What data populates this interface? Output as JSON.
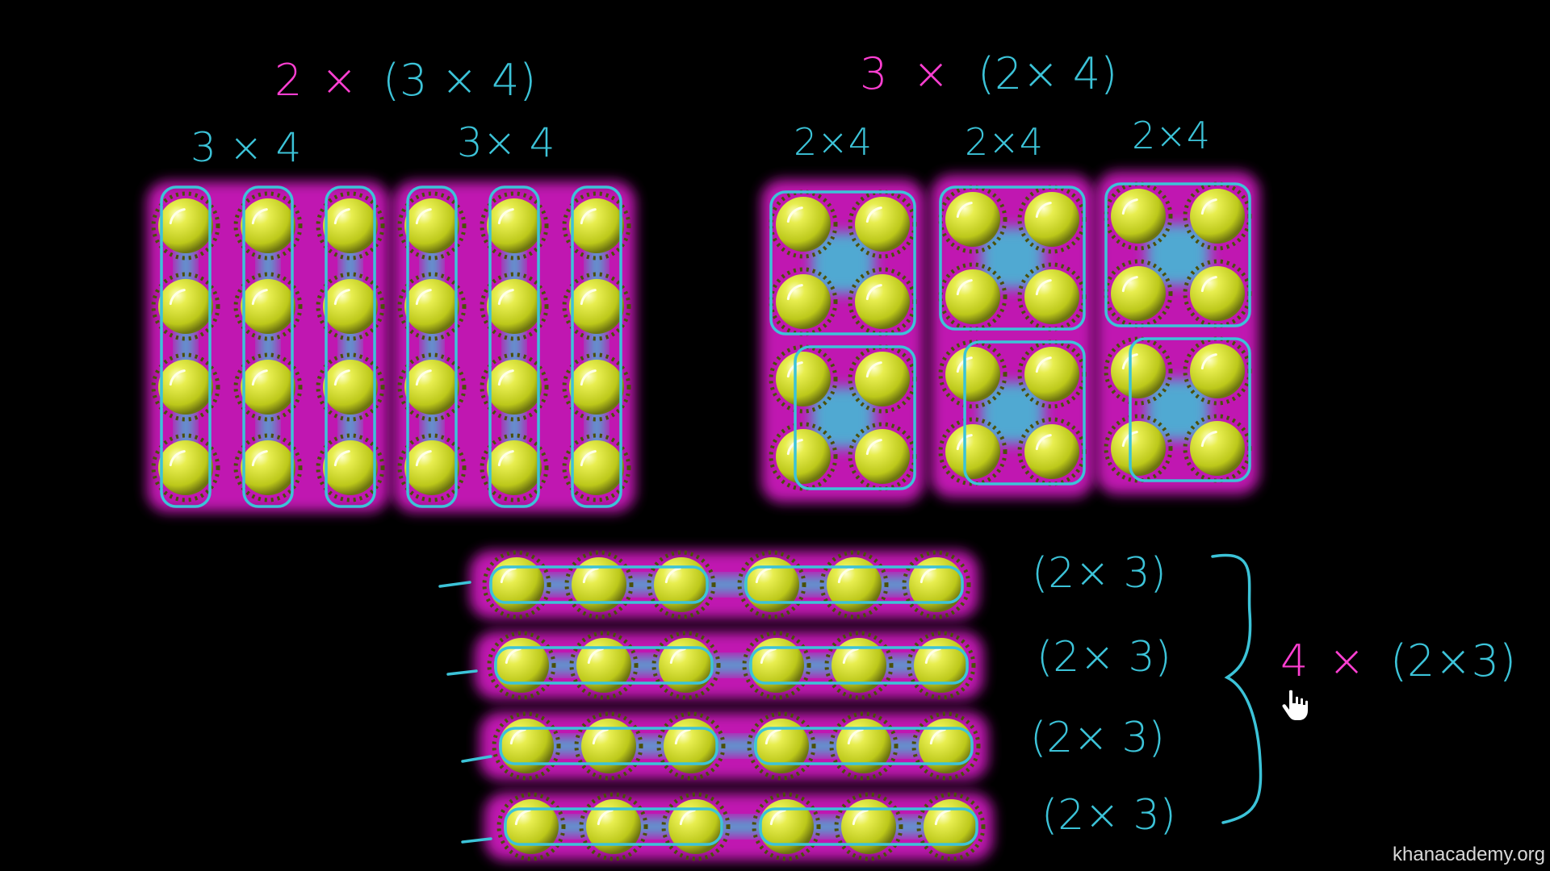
{
  "canvas": {
    "background": "#000000",
    "colors": {
      "pink": "#ff3fd2",
      "blue": "#3cc3d8",
      "yellow": "#d8e23a",
      "pinkGlow": "#e21fd0"
    }
  },
  "top_left": {
    "expression": {
      "a": "2",
      "x": "×",
      "rest": "(3 × 4)"
    },
    "groups": [
      {
        "label": "3 × 4",
        "rows": 4,
        "cols": 3
      },
      {
        "label": "3× 4",
        "rows": 4,
        "cols": 3
      }
    ]
  },
  "top_right": {
    "expression": {
      "a": "3",
      "x": "×",
      "rest": "(2× 4)"
    },
    "groups": [
      {
        "label": "2×4",
        "rows": 4,
        "cols": 2
      },
      {
        "label": "2×4",
        "rows": 4,
        "cols": 2
      },
      {
        "label": "2×4",
        "rows": 4,
        "cols": 2
      }
    ]
  },
  "bottom": {
    "rows": 4,
    "cols": 6,
    "row_labels": [
      "(2× 3)",
      "(2× 3)",
      "(2× 3)",
      "(2× 3)"
    ],
    "result": {
      "a": "4",
      "x": "×",
      "rest": "(2×3)"
    }
  },
  "watermark": "khanacademy.org"
}
